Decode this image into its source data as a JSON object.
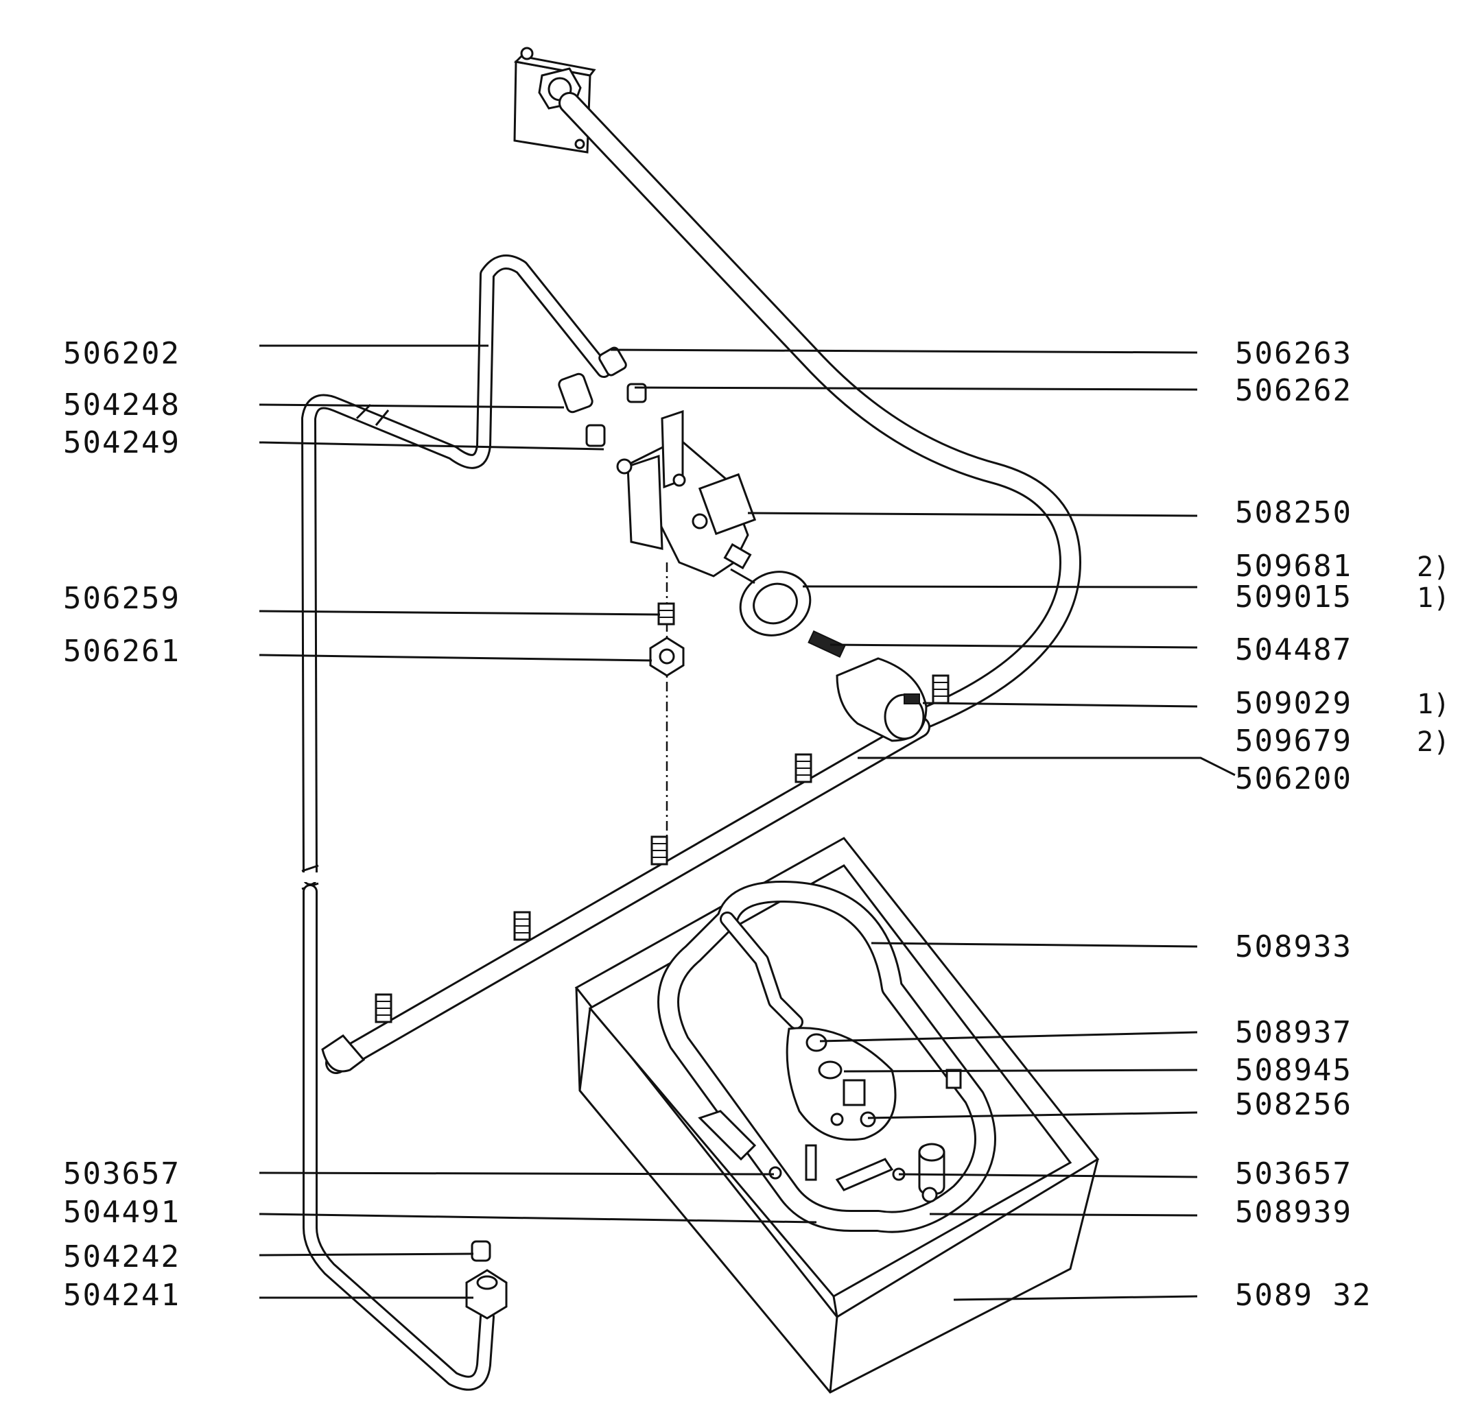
{
  "colors": {
    "ink": "#111111",
    "paper": "#ffffff"
  },
  "labels_left": [
    {
      "key": "506202",
      "text": "506202"
    },
    {
      "key": "504248",
      "text": "504248"
    },
    {
      "key": "504249",
      "text": "504249"
    },
    {
      "key": "506259",
      "text": "506259"
    },
    {
      "key": "506261",
      "text": "506261"
    },
    {
      "key": "503657-left",
      "text": "503657"
    },
    {
      "key": "504491",
      "text": "504491"
    },
    {
      "key": "504242",
      "text": "504242"
    },
    {
      "key": "504241",
      "text": "504241"
    }
  ],
  "labels_right": [
    {
      "key": "506263",
      "text": "506263"
    },
    {
      "key": "506262",
      "text": "506262"
    },
    {
      "key": "508250",
      "text": "508250"
    },
    {
      "key": "509681",
      "text": "509681",
      "note": "2)"
    },
    {
      "key": "509015",
      "text": "509015",
      "note": "1)"
    },
    {
      "key": "504487",
      "text": "504487"
    },
    {
      "key": "509029",
      "text": "509029",
      "note": "1)"
    },
    {
      "key": "509679",
      "text": "509679",
      "note": "2)"
    },
    {
      "key": "506200",
      "text": "506200"
    },
    {
      "key": "508933",
      "text": "508933"
    },
    {
      "key": "508937",
      "text": "508937"
    },
    {
      "key": "508945",
      "text": "508945"
    },
    {
      "key": "508256",
      "text": "508256"
    },
    {
      "key": "503657-right",
      "text": "503657"
    },
    {
      "key": "508939",
      "text": "508939"
    },
    {
      "key": "508932",
      "text": "5089 32"
    }
  ]
}
